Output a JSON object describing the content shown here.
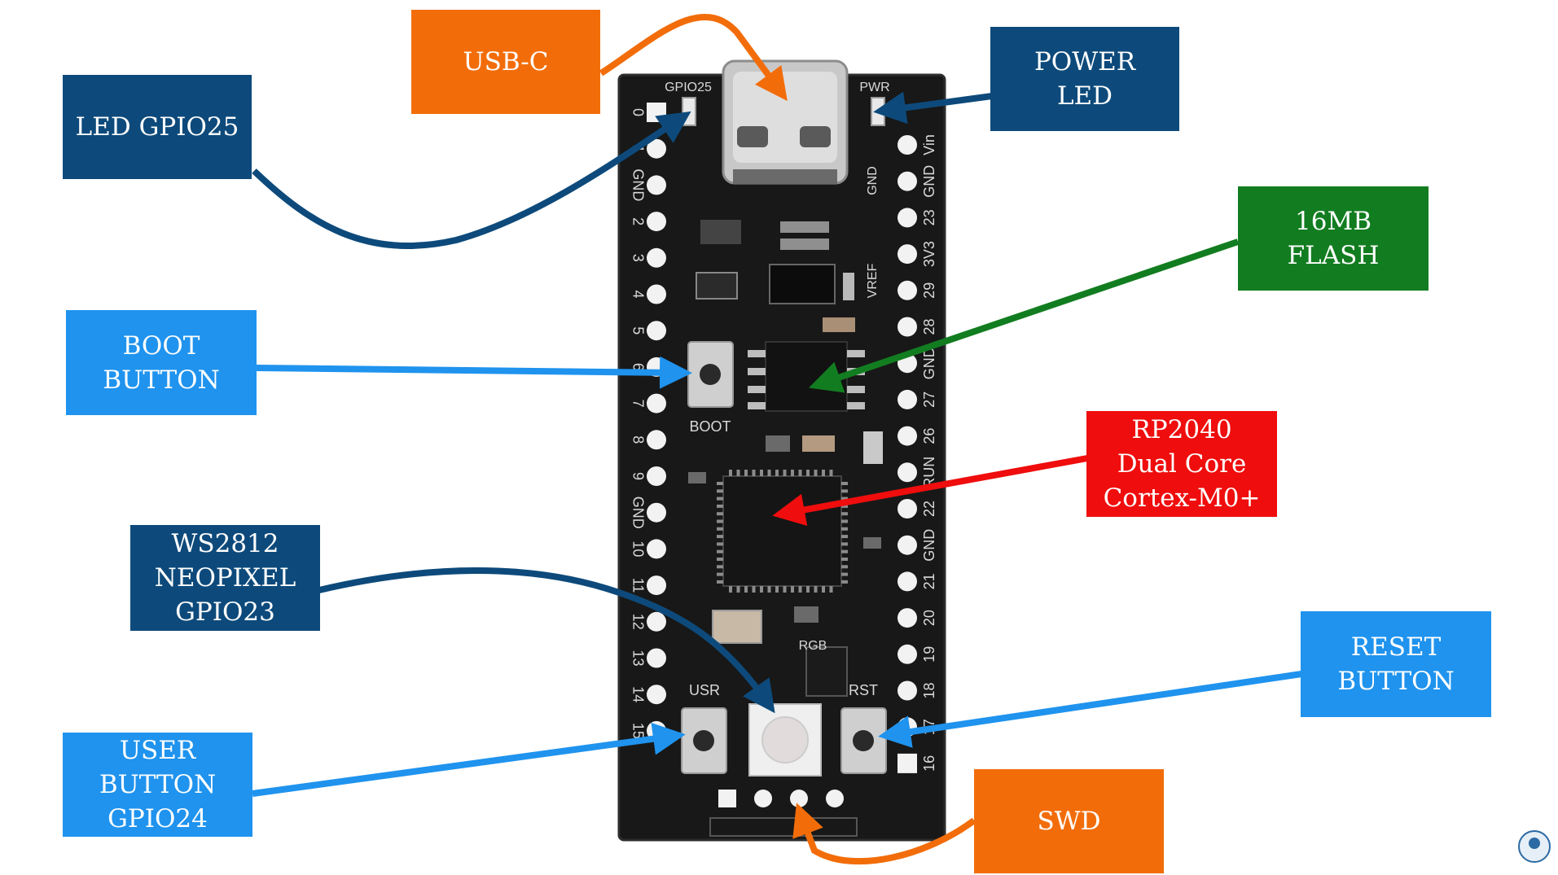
{
  "board": {
    "silk_top": {
      "gpio25": "GPIO25",
      "pwr": "PWR"
    },
    "silk_buttons": {
      "boot": "BOOT",
      "usr": "USR",
      "rst": "RST",
      "rgb": "RGB"
    },
    "left_pins": [
      "0",
      "1",
      "GND",
      "2",
      "3",
      "4",
      "5",
      "6",
      "7",
      "8",
      "9",
      "GND",
      "10",
      "11",
      "12",
      "13",
      "14",
      "15"
    ],
    "right_pins": [
      "Vin",
      "GND",
      "23",
      "3V3",
      "29",
      "28",
      "GND",
      "27",
      "26",
      "RUN",
      "22",
      "GND",
      "21",
      "20",
      "19",
      "18",
      "17",
      "16"
    ],
    "inner_right": [
      "GND",
      "VREF"
    ]
  },
  "callouts": {
    "usb_c": {
      "lines": [
        "USB-C"
      ],
      "color": "#f26d0a"
    },
    "power_led": {
      "lines": [
        "POWER",
        "LED"
      ],
      "color": "#0d4a7b"
    },
    "led_gpio25": {
      "lines": [
        "LED GPIO25"
      ],
      "color": "#0d4a7b"
    },
    "flash": {
      "lines": [
        "16MB",
        "FLASH"
      ],
      "color": "#127d20"
    },
    "boot_button": {
      "lines": [
        "BOOT",
        "BUTTON"
      ],
      "color": "#1f93ee"
    },
    "rp2040": {
      "lines": [
        "RP2040",
        "Dual Core",
        "Cortex-M0+"
      ],
      "color": "#ef0d0d"
    },
    "neopixel": {
      "lines": [
        "WS2812",
        "NEOPIXEL",
        "GPIO23"
      ],
      "color": "#0d4a7b"
    },
    "reset_button": {
      "lines": [
        "RESET",
        "BUTTON"
      ],
      "color": "#1f93ee"
    },
    "user_button": {
      "lines": [
        "USER",
        "BUTTON",
        "GPIO24"
      ],
      "color": "#1f93ee"
    },
    "swd": {
      "lines": [
        "SWD"
      ],
      "color": "#f26d0a"
    }
  }
}
